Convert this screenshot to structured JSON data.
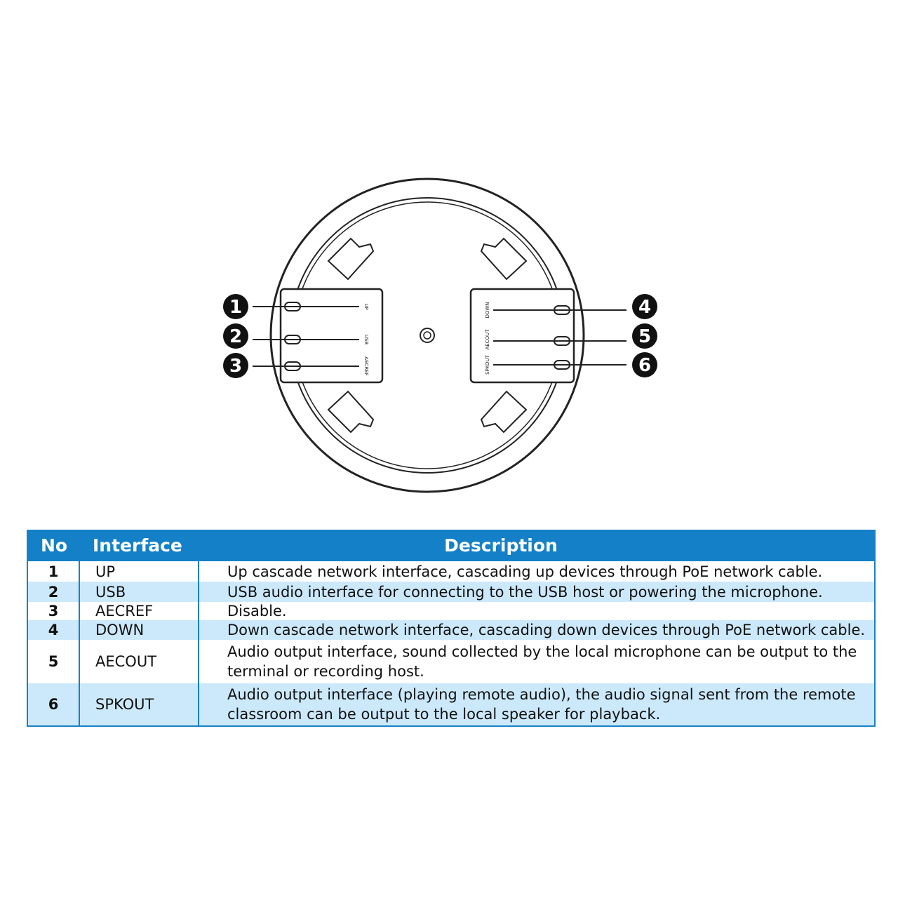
{
  "diagram": {
    "port_labels": [
      "UP",
      "USB",
      "AECREF",
      "DOWN",
      "AECOUT",
      "SPKOUT"
    ],
    "callouts": [
      "1",
      "2",
      "3",
      "4",
      "5",
      "6"
    ]
  },
  "table": {
    "headers": {
      "no": "No",
      "interface": "Interface",
      "description": "Description"
    },
    "rows": [
      {
        "no": "1",
        "interface": "UP",
        "description": "Up cascade network interface, cascading up devices through PoE network cable."
      },
      {
        "no": "2",
        "interface": "USB",
        "description": "USB audio interface for connecting to the USB host or powering the microphone."
      },
      {
        "no": "3",
        "interface": "AECREF",
        "description": "Disable."
      },
      {
        "no": "4",
        "interface": "DOWN",
        "description": "Down cascade network interface, cascading down devices through PoE network cable."
      },
      {
        "no": "5",
        "interface": "AECOUT",
        "description": "Audio output interface, sound collected by the local microphone can be output to the terminal or recording host."
      },
      {
        "no": "6",
        "interface": "SPKOUT",
        "description": "Audio output interface (playing remote audio), the audio signal sent from the remote classroom can be output to the local speaker for playback."
      }
    ]
  },
  "colors": {
    "header": "#1480c8",
    "alt_row": "#cce9fb",
    "border": "#1a80c6"
  }
}
